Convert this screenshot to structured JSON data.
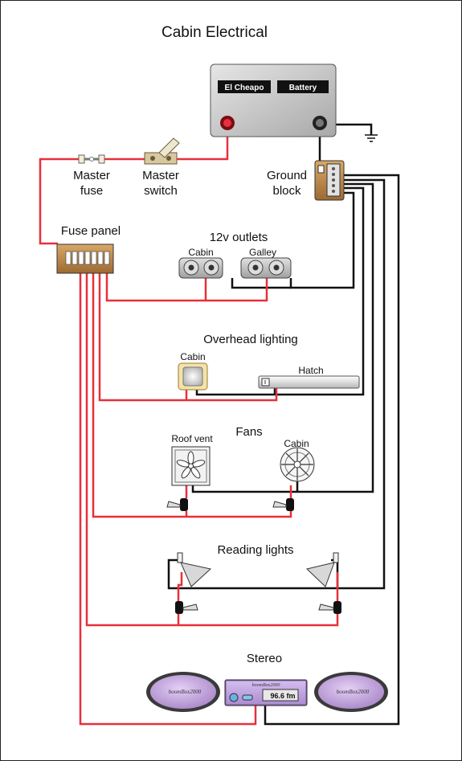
{
  "title": "Cabin Electrical",
  "battery": {
    "brand": "El Cheapo",
    "type": "Battery"
  },
  "master_fuse": {
    "line1": "Master",
    "line2": "fuse"
  },
  "master_switch": {
    "line1": "Master",
    "line2": "switch"
  },
  "ground_block": {
    "line1": "Ground",
    "line2": "block"
  },
  "fuse_panel": {
    "label": "Fuse panel"
  },
  "outlets": {
    "heading": "12v outlets",
    "cabin": "Cabin",
    "galley": "Galley"
  },
  "overhead_lighting": {
    "heading": "Overhead lighting",
    "cabin": "Cabin",
    "hatch": "Hatch"
  },
  "fans": {
    "heading": "Fans",
    "roof_vent": "Roof vent",
    "cabin": "Cabin"
  },
  "reading_lights": {
    "heading": "Reading lights"
  },
  "stereo": {
    "heading": "Stereo",
    "brand": "boomBox2000",
    "display": "96.6 fm"
  },
  "colors": {
    "positive_wire": "#e8303a",
    "ground_wire": "#111111",
    "stereo_purple": "#c9a8e6",
    "panel_brown": "#b8864a"
  }
}
